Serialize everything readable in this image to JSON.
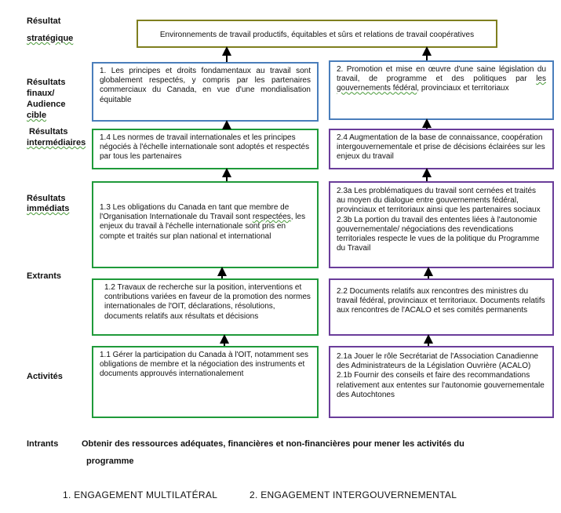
{
  "labels": {
    "strategic_1": "Résultat",
    "strategic_2": "stratégique",
    "final_1": "Résultats",
    "final_2": "finaux/",
    "final_3": "Audience",
    "final_4": "cible",
    "intermediate_1": "Résultats",
    "intermediate_2": "intermédiaires",
    "immediate_1": "Résultats",
    "immediate_2": "immédiats",
    "outputs": "Extrants",
    "activities": "Activités",
    "inputs": "Intrants"
  },
  "boxes": {
    "strategic": "Environnements de travail productifs, équitables et sûrs et relations de travail coopératives",
    "final_left": "1. Les principes et droits fondamentaux au travail sont globalement respectés, y compris par les partenaires commerciaux du Canada, en vue d'une mondialisation équitable",
    "final_right_a": "2. Promotion et mise en œuvre d'une saine législation du travail, de programme et des politiques par ",
    "final_right_b": "les gouvernements fédéral",
    "final_right_c": ", provinciaux et territoriaux",
    "inter_left": "1.4 Les normes de travail internationales et les principes négociés à l'échelle internationale sont adoptés et respectés par tous les partenaires",
    "inter_right": "2.4 Augmentation de la base de connaissance, coopération intergouvernementale et prise de décisions éclairées sur les enjeux du travail",
    "imm_left_a": "1.3 Les obligations du Canada en tant que membre de l'Organisation Internationale du Travail sont ",
    "imm_left_b": "respectées",
    "imm_left_c": ", les enjeux du travail à l'échelle internationale sont pris en compte et traités sur plan national et international",
    "imm_right_1": "2.3a Les problématiques du travail sont cernées et traités au moyen du dialogue entre gouvernements fédéral, provinciaux et territoriaux ainsi que les partenaires sociaux",
    "imm_right_2": "2.3b La portion du travail des ententes liées à l'autonomie gouvernementale/ négociations des revendications territoriales respecte le vues de la politique du Programme du Travail",
    "out_left": "1.2 Travaux de recherche sur la position, interventions et contributions variées en faveur de la promotion des normes internationales de l'OIT, déclarations, résolutions, documents relatifs aux résultats et décisions",
    "out_right": "2.2 Documents relatifs aux rencontres des ministres du travail fédéral, provinciaux et territoriaux. Documents relatifs aux rencontres de l'ACALO et ses comités permanents",
    "act_left": "1.1 Gérer la participation du Canada à l'OIT, notamment ses obligations de membre et la négociation des instruments et documents approuvés internationalement",
    "act_right_1": "2.1a Jouer le rôle Secrétariat de l'Association Canadienne des Administrateurs de la Législation Ouvrière (ACALO)",
    "act_right_2": "2.1b Fournir des conseils et faire des recommandations relativement aux ententes sur l'autonomie gouvernementale des Autochtones"
  },
  "inputs_text_1": "Obtenir des ressources adéquates, financières et non-financières pour mener les activités du",
  "inputs_text_2": "programme",
  "footer": {
    "left": "1. ENGAGEMENT MULTILATÉRAL",
    "right": "2. ENGAGEMENT INTERGOUVERNEMENTAL"
  },
  "colors": {
    "strategic_border": "#7f7f1f",
    "final_border": "#4a7ebb",
    "left_border": "#1f9a3a",
    "right_border": "#6a3d9a"
  }
}
